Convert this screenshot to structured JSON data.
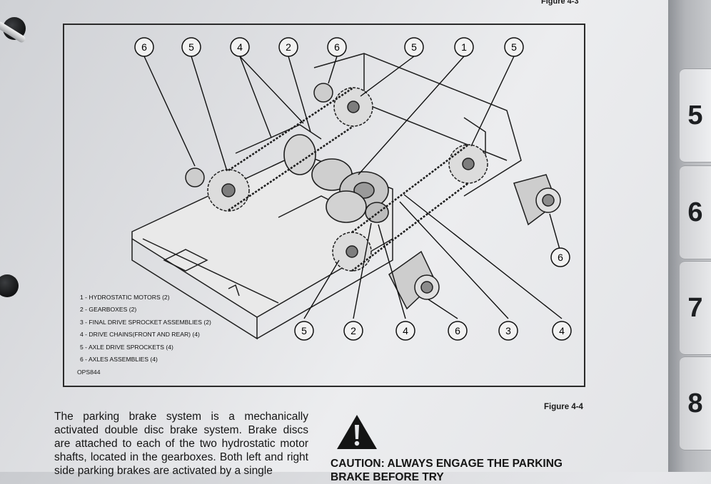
{
  "figure_top_label": "Figure 4-3",
  "figure_caption": "Figure 4-4",
  "drawing_code": "OPS844",
  "legend": [
    "1 - HYDROSTATIC MOTORS (2)",
    "2 - GEARBOXES (2)",
    "3 - FINAL DRIVE SPROCKET ASSEMBLIES (2)",
    "4 - DRIVE CHAINS(FRONT AND REAR) (4)",
    "5 - AXLE DRIVE SPROCKETS (4)",
    "6 - AXLES ASSEMBLIES (4)"
  ],
  "callouts": {
    "top": [
      "6",
      "5",
      "4",
      "2",
      "6",
      "5",
      "1",
      "5"
    ],
    "right": [
      "6"
    ],
    "bottom": [
      "5",
      "2",
      "4",
      "6",
      "3",
      "4"
    ]
  },
  "body_text": "The parking brake system is a mechanically activated double disc brake system. Brake discs are attached to each of the two hydrostatic motor shafts, located in the gearboxes. Both left and right side parking brakes are activated by a single",
  "caution_text": "CAUTION: ALWAYS ENGAGE THE PARKING BRAKE BEFORE TRY",
  "tabs": [
    "5",
    "6",
    "7",
    "8"
  ]
}
